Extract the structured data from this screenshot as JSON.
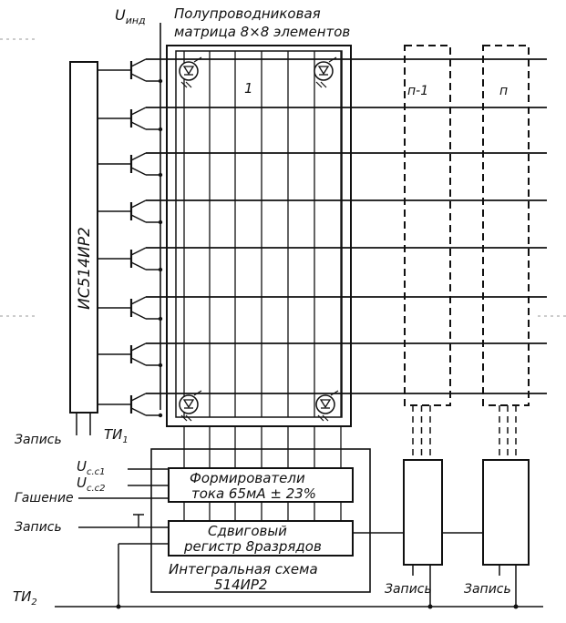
{
  "labels": {
    "u_ind": "U",
    "u_ind_sub": "инд",
    "matrix_title_line1": "Полупроводниковая",
    "matrix_title_line2": "матрица 8×8 элементов",
    "ic_vertical": "ИС514ИР2",
    "block_1": "1",
    "block_n_minus_1": "п-1",
    "block_n": "п",
    "left_zapis_bottom": "Запись",
    "ti1": "ТИ",
    "ti1_sub": "1",
    "uc1": "U",
    "uc1_sub": "с.с1",
    "uc2": "U",
    "uc2_sub": "с.с2",
    "gashenie": "Гашение",
    "zapis_mid": "Запись",
    "driver_line1": "Формирователи",
    "driver_line2": "тока 65мА ± 23%",
    "shift_line1": "Сдвиговый",
    "shift_line2": "регистр 8разрядов",
    "ic_line1": "Интегральная схема",
    "ic_line2": "514ИР2",
    "ti2": "ТИ",
    "ti2_sub": "2",
    "zapis_n_minus_1": "Запись",
    "zapis_n": "Запись"
  },
  "structure": {
    "matrix_rows": 8,
    "matrix_columns": 8,
    "transistor_count": 8,
    "led_symbols": 4
  },
  "colors": {
    "ink": "#111111",
    "paper": "#ffffff"
  }
}
